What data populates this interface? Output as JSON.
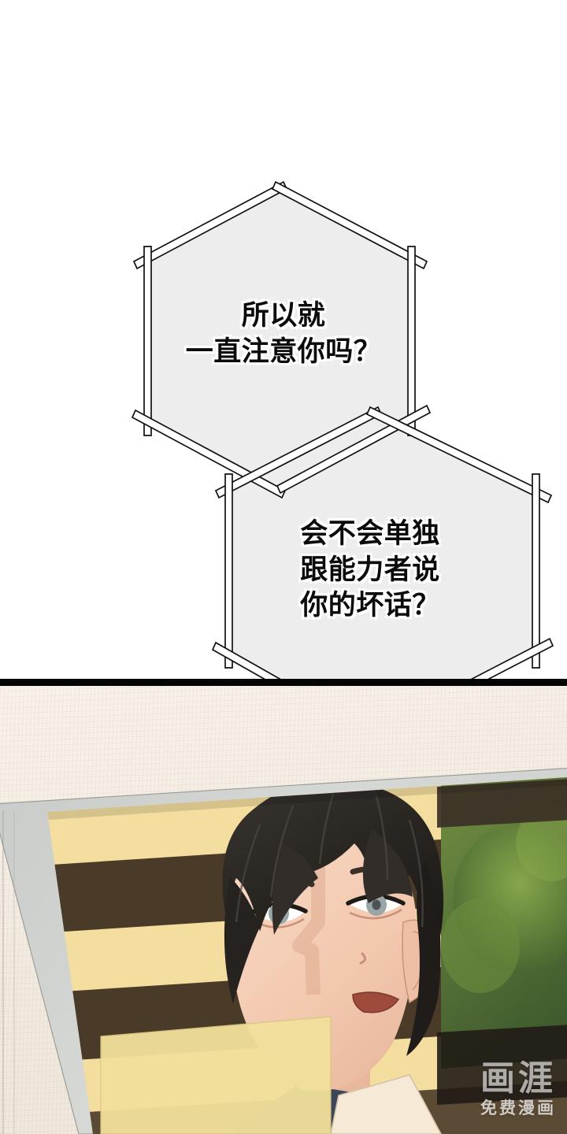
{
  "page": {
    "background_color": "#ffffff",
    "divider_color": "#050505"
  },
  "bubbles": [
    {
      "id": "bubble-1",
      "shape": "hexagon",
      "text": "所以就\n一直注意你吗？",
      "fill": "#ededed",
      "stroke": "#111111",
      "text_color": "#0b0b0b",
      "outline_color": "#ffffff"
    },
    {
      "id": "bubble-2",
      "shape": "hexagon",
      "text": "会不会单独\n跟能力者说\n你的坏话？",
      "fill": "#ededed",
      "stroke": "#111111",
      "text_color": "#0b0b0b",
      "outline_color": "#ffffff"
    }
  ],
  "scene": {
    "wall_color": "#f3ebe0",
    "frame_mat_color": "#cfd0cd",
    "stripe_light_color": "#f3dd9f",
    "stripe_dark_color": "#4a3a28",
    "window_green_color": "#5f7a3e",
    "hair_color": "#2c2824",
    "skin_color": "#f4cbb4",
    "mouth_color": "#9e4b3c",
    "eye_color": "#9aa5a8",
    "collar_color": "#3d4558"
  },
  "watermark": {
    "main": "画涯",
    "sub": "免费漫画",
    "color": "#ffffff"
  }
}
